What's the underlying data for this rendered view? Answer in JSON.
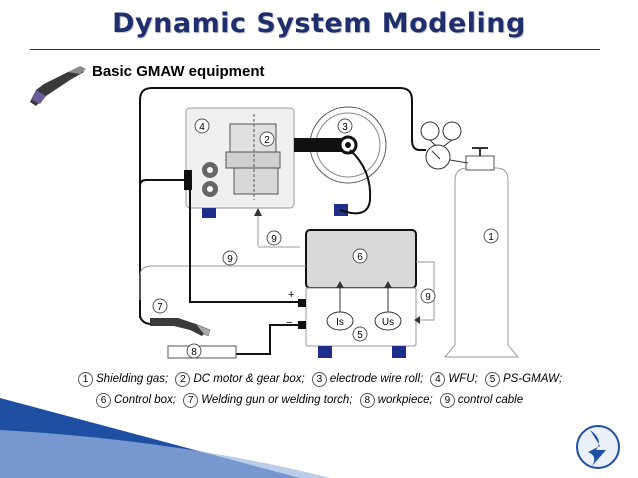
{
  "slide": {
    "title": "Dynamic System Modeling",
    "subtitle": "Basic GMAW equipment"
  },
  "diagram": {
    "callouts": [
      "1",
      "2",
      "3",
      "4",
      "5",
      "6",
      "7",
      "8",
      "9",
      "9",
      "9"
    ],
    "polarity": {
      "plus": "+",
      "minus": "−"
    },
    "sensor_labels": {
      "current": "Is",
      "voltage": "Us"
    }
  },
  "legend": {
    "row1": [
      {
        "num": "1",
        "text": "Shielding gas;"
      },
      {
        "num": "2",
        "text": "DC motor & gear box;"
      },
      {
        "num": "3",
        "text": "electrode wire roll;"
      },
      {
        "num": "4",
        "text": "WFU;"
      },
      {
        "num": "5",
        "text": "PS-GMAW;"
      }
    ],
    "row2": [
      {
        "num": "6",
        "text": "Control box;"
      },
      {
        "num": "7",
        "text": "Welding gun or welding torch;"
      },
      {
        "num": "8",
        "text": "workpiece;"
      },
      {
        "num": "9",
        "text": "control cable"
      }
    ]
  },
  "colors": {
    "title": "#1f2f6e",
    "footer_blue": "#1e4fa3",
    "footer_light": "#9db8e0",
    "logo": "#1e4fa3"
  },
  "icons": {
    "torch": "welding-torch-icon",
    "logo": "logo-icon"
  }
}
